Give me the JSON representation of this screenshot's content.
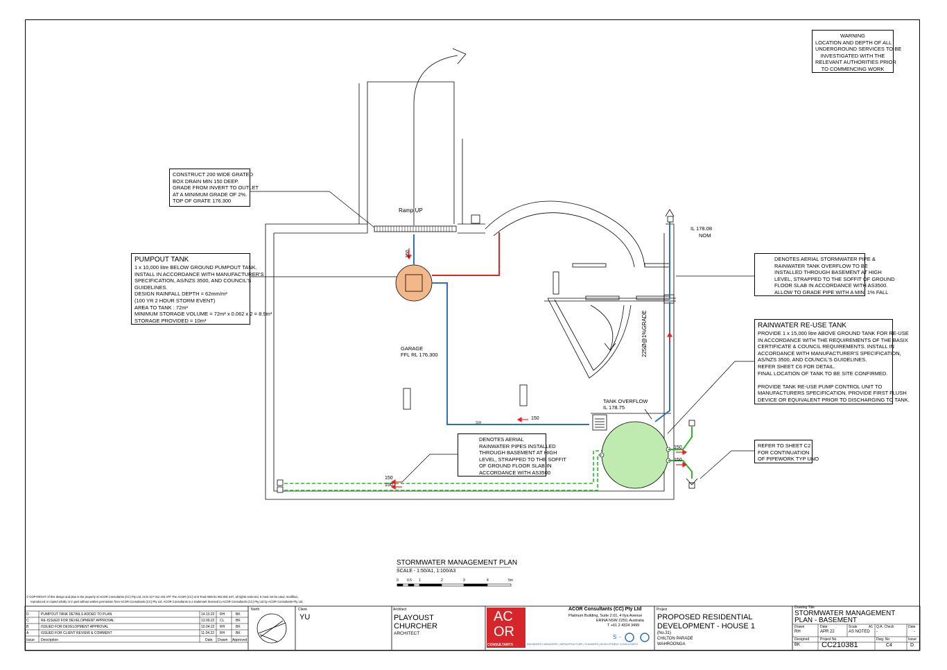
{
  "drawing": {
    "warning": {
      "title": "WARNING",
      "lines": [
        "LOCATION AND DEPTH OF ALL",
        "UNDERGROUND SERVICES TO BE",
        "INVESTIGATED WITH THE",
        "RELEVANT AUTHORITIES PRIOR",
        "TO COMMENCING WORK"
      ]
    },
    "box_drain": {
      "lines": [
        "CONSTRUCT 200 WIDE GRATED",
        "BOX DRAIN MIN 150 DEEP.",
        "GRADE FROM INVERT TO OUTLET",
        "AT A MINIMUM GRADE OF 2%.",
        "TOP OF GRATE 176.300"
      ]
    },
    "pumpout": {
      "title": "PUMPOUT TANK",
      "lines": [
        "1 x 10,000 litre BELOW GROUND PUMPOUT TANK.",
        "INSTALL IN ACCORDANCE WITH MANUFACTURER'S",
        "SPECIFICATION, AS/NZS 3500, AND COUNCIL'S",
        "GUIDELINES.",
        "DESIGN RAINFALL DEPTH = 62mm/m²",
        "(100 YR 2 HOUR STORM EVENT)",
        "AREA TO TANK : 72m²",
        "MINIMUM STORAGE VOLUME = 72m² x 0.062 x 2 = 8.9m³",
        "STORAGE PROVIDED = 10m³"
      ]
    },
    "aerial_blue": {
      "lines": [
        "DENOTES AERIAL STORMWATER PIPE &",
        "RAINWATER TANK OVERFLOW TO BE",
        "INSTALLED THROUGH BASEMENT  AT HIGH",
        "LEVEL, STRAPPED TO THE SOFFIT OF GROUND",
        "FLOOR SLAB IN ACCORDANCE WITH AS3500.",
        "ALLOW TO GRADE PIPE WITH A MIN. 1% FALL"
      ]
    },
    "rainwater": {
      "title": "RAINWATER RE-USE TANK",
      "lines": [
        "PROVIDE 1 x 15,000 litre ABOVE GROUND TANK FOR RE-USE",
        "IN ACCORDANCE WITH THE REQUIREMENTS OF THE BASIX",
        "CERTIFICATE & COUNCIL REQUIREMENTS. INSTALL IN",
        "ACCORDANCE WITH MANUFACTURER'S SPECIFICATION,",
        "AS/NZS 3500, AND COUNCIL'S GUIDELINES.",
        "REFER SHEET C6 FOR DETAIL.",
        "FINAL LOCATION OF TANK TO BE SITE CONFIRMED.",
        "",
        "PROVIDE TANK RE-USE PUMP CONTROL UNIT TO",
        "MANUFACTURERS SPECIFICATION. PROVIDE FIRST FLUSH",
        "DEVICE OR EQUIVALENT PRIOR TO DISCHARGING TO TANK."
      ]
    },
    "aerial_green": {
      "lines": [
        "DENOTES AERIAL",
        "RAINWATER PIPES INSTALLED",
        "THROUGH BASEMENT  AT HIGH",
        "LEVEL, STRAPPED TO THE SOFFIT",
        "OF GROUND FLOOR SLAB IN",
        "ACCORDANCE WITH AS3500"
      ]
    },
    "refer_c2": {
      "lines": [
        "REFER TO SHEET C2",
        "FOR CONTINUATION",
        "OF PIPEWORK TYP UNO"
      ]
    },
    "labels": {
      "ramp": "Ramp UP",
      "garage": "GARAGE",
      "garage_ffl": "FFL RL 176.300",
      "tank_overflow": "TANK OVERFLOW",
      "tank_il": "IL 178.75",
      "il_top": "IL 178.08",
      "il_nom": "NOM",
      "grade": "225Ø@1%GRADE",
      "pipe_150_v": "150",
      "pipe_150_a": "150",
      "pipe_150_b": "150",
      "pipe_150_c": "150",
      "pipe_150_d": "150",
      "sw": "SW",
      "sw_150": "150"
    },
    "plan_title": {
      "title": "STORMWATER MANAGEMENT PLAN",
      "scale": "SCALE - 1:50/A1, 1:100/A3",
      "ticks": [
        "0",
        "0.5",
        "1",
        "2",
        "3",
        "4",
        "5m"
      ]
    }
  },
  "copyright": {
    "line1": "COPYRIGHT of this design and plan is the property of ACOR Consultants (CC) Pty Ltd, ACN 127 012 104 ATF The ACOR (CC) Unit Trust ABN 81 092 991 847, all rights reserved. It must not be used, modified,",
    "line2": "reproduced or copied wholly or in part without written permission from ACOR Consultants (CC) Pty Ltd. ACOR Consultants is a trademark licensed to ACOR Consultants (CC) Pty Ltd by ACOR Consultants Pty Ltd."
  },
  "revisions": {
    "rows": [
      {
        "issue": "D",
        "desc": "PUMPOUT TANK DETAILS ADDED TO PLAN",
        "date": "14.10.22",
        "drawn": "RH",
        "approved": "BK"
      },
      {
        "issue": "C",
        "desc": "RE-ISSUED FOR DEVELOPMENT APPROVAL",
        "date": "13.09.22",
        "drawn": "CL",
        "approved": "BK"
      },
      {
        "issue": "B",
        "desc": "ISSUED FOR DEVELOPMENT APPROVAL",
        "date": "10.04.22",
        "drawn": "RH",
        "approved": "BK"
      },
      {
        "issue": "A",
        "desc": "ISSUED FOR CLIENT REVIEW & COMMENT",
        "date": "11.04.22",
        "drawn": "RH",
        "approved": "BK"
      }
    ],
    "headers": {
      "issue": "Issue",
      "desc": "Description",
      "date": "Date",
      "drawn": "Drawn",
      "approved": "Approved"
    }
  },
  "titleblock": {
    "north": "North",
    "client_label": "Client",
    "client": "YU",
    "architect_label": "Architect",
    "architect_1": "PLAYOUST",
    "architect_2": "CHURCHER",
    "architect_3": "ARCHITECT",
    "logo_top": "AC",
    "logo_bottom": "OR",
    "logo_sub": "CONSULTANTS",
    "company": "ACOR Consultants (CC) Pty Ltd",
    "address_1": "Platinum Building, Suite 2.01, 4 Ilya Avenue",
    "address_2": "ERINA NSW 2250, Australia",
    "phone": "T +61 2 4324 3499",
    "disciplines": "ENGINEERS | MANAGERS | INFRASTRUCTURE | PLANNERS | DEVELOPMENT CONSULTANTS",
    "project_label": "Project",
    "project_1": "PROPOSED RESIDENTIAL",
    "project_2": "DEVELOPMENT - HOUSE 1",
    "project_3": "(No.31)",
    "project_4": "CHILTON PARADE",
    "project_5": "WAHROONGA",
    "drawing_title_label": "Drawing Title",
    "drawing_title_1": "STORMWATER MANAGEMENT",
    "drawing_title_2": "PLAN - BASEMENT",
    "drawn_label": "Drawn",
    "drawn": "RH",
    "date_label": "Date",
    "date": "APR 22",
    "scale_label": "Scale",
    "scale_a1": "A1",
    "scale": "AS NOTED",
    "qa_label": "Q.A. Check",
    "qa": "-",
    "qa_date_label": "Date",
    "qa_date": "-",
    "designed_label": "Designed",
    "designed": "BK",
    "project_no_label": "Project No.",
    "project_no": "CC210381",
    "dwg_no_label": "Dwg. No.",
    "dwg_no": "C4",
    "issue_label": "Issue",
    "issue": "D"
  },
  "colors": {
    "blue_pipe": "#2f6fb8",
    "red_pipe": "#e8231e",
    "green_pipe": "#2db52d",
    "pump_tank": "#f2b88a",
    "rain_tank": "#bfeab0",
    "logo_red": "#d7262b"
  }
}
